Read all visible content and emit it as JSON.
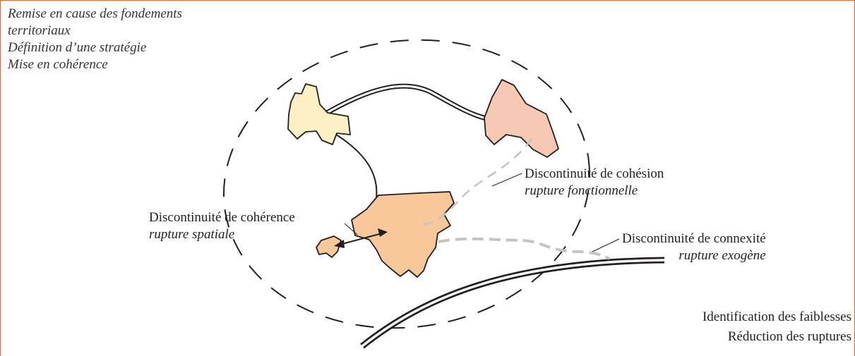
{
  "goals": [
    "Remise en cause des fondements",
    "territoriaux",
    "Définition d’une stratégie",
    "Mise en cohérence"
  ],
  "labels": {
    "cohesion": {
      "title": "Discontinuité de cohésion",
      "subtitle": "rupture fonctionnelle"
    },
    "coherence": {
      "title": "Discontinuité de cohérence",
      "subtitle": "rupture spatiale"
    },
    "connexite": {
      "title": "Discontinuité de connexité",
      "subtitle": "rupture exogène"
    }
  },
  "actions": [
    "Identification des faiblesses",
    "Réduction des ruptures"
  ],
  "colors": {
    "frame": "#e0662f",
    "territory_yellow": "#fdf0c4",
    "territory_pink": "#f7c8b3",
    "territory_orange": "#f8c79a",
    "outline": "#231f20",
    "dashed_gray": "#c4c4c4"
  }
}
